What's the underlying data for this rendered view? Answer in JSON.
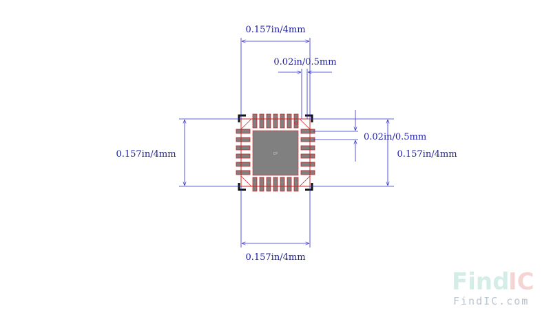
{
  "dimensions": {
    "top_width": "0.157in/4mm",
    "pin_pitch_top": "0.02in/0.5mm",
    "pin_pitch_right": "0.02in/0.5mm",
    "left_height": "0.157in/4mm",
    "right_height": "0.157in/4mm",
    "bottom_width": "0.157in/4mm"
  },
  "package": {
    "pad_label": "EP"
  },
  "watermark": {
    "logo_part1": "Find",
    "logo_part2": "IC",
    "site": "FindIC.com"
  },
  "colors": {
    "dimension_line": "#2b2bcc",
    "outline": "#cc2222",
    "pad": "#808080",
    "corner_marker": "#111111",
    "logo_find": "#9fd9c9",
    "logo_ic": "#e9a0a0"
  }
}
